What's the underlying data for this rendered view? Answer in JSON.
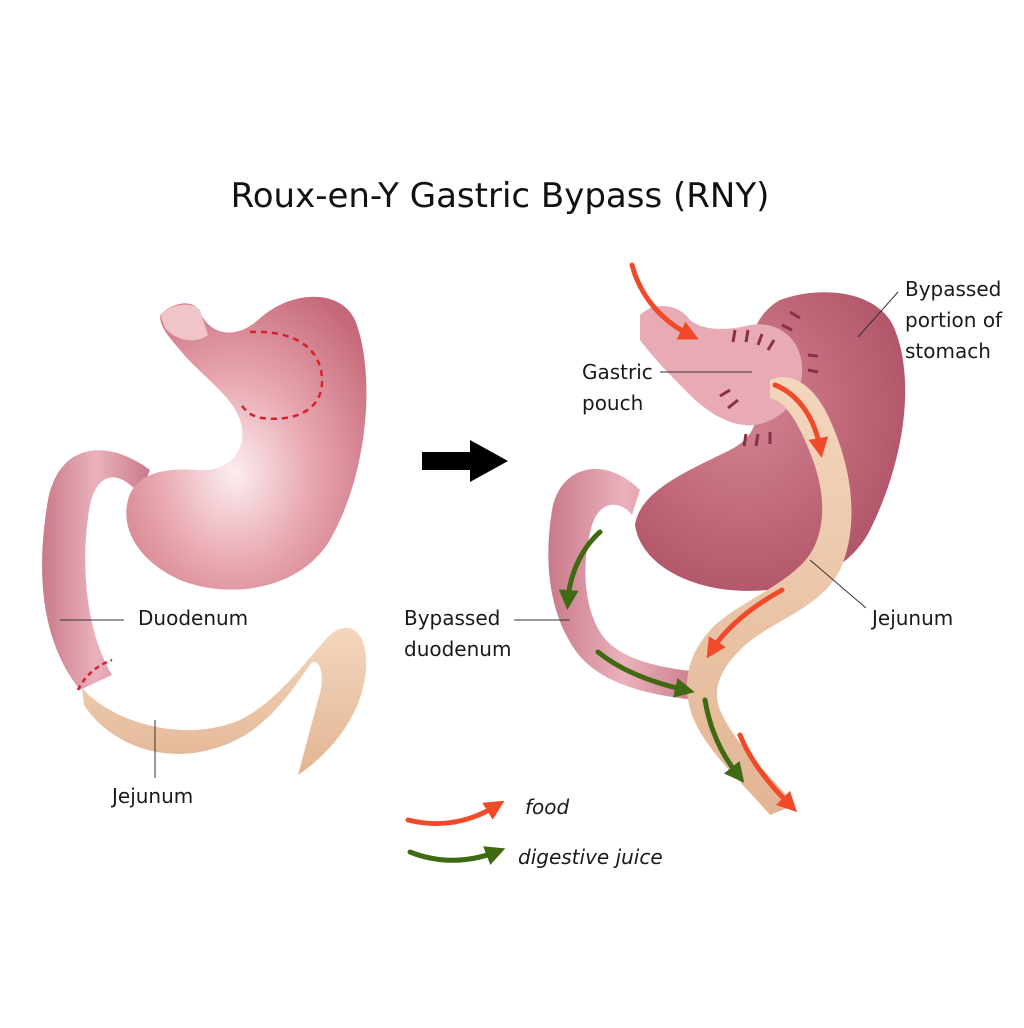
{
  "title": "Roux-en-Y Gastric Bypass (RNY)",
  "labels": {
    "duodenum": "Duodenum",
    "jejunum_left": "Jejunum",
    "gastric_pouch_1": "Gastric",
    "gastric_pouch_2": "pouch",
    "bypassed_stomach_1": "Bypassed",
    "bypassed_stomach_2": "portion of",
    "bypassed_stomach_3": "stomach",
    "bypassed_duodenum_1": "Bypassed",
    "bypassed_duodenum_2": "duodenum",
    "jejunum_right": "Jejunum"
  },
  "legend": {
    "food": "food",
    "digestive_juice": "digestive juice"
  },
  "colors": {
    "stomach": "#d98a95",
    "stomach_dark": "#b5566a",
    "jejunum": "#ebc3a2",
    "food_arrow": "#f04a2a",
    "juice_arrow": "#3f6a12",
    "cut_line": "#d8202a"
  },
  "icons": {
    "transition": "right-arrow-icon"
  }
}
